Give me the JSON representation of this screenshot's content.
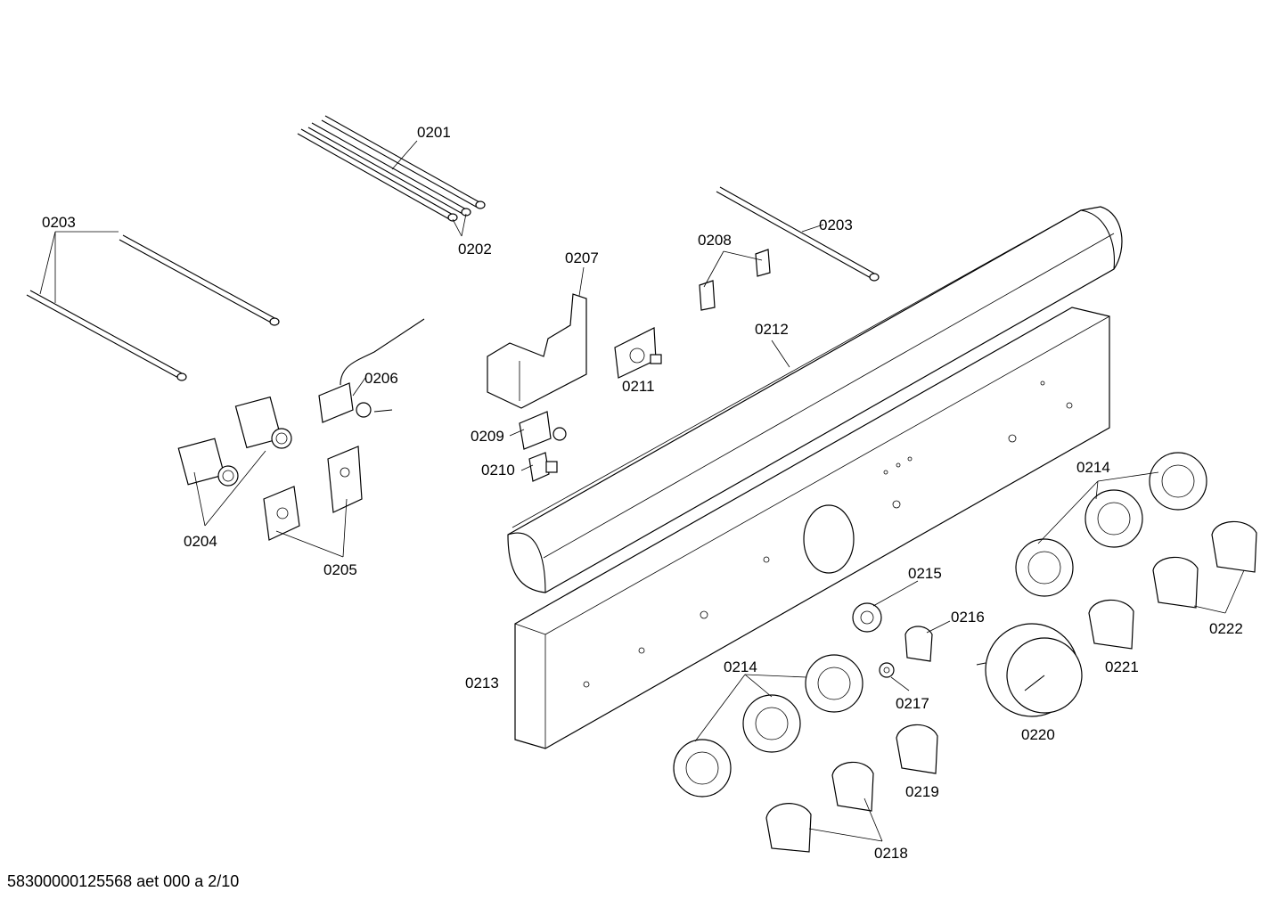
{
  "labels": {
    "l0201": "0201",
    "l0202": "0202",
    "l0203a": "0203",
    "l0203b": "0203",
    "l0204": "0204",
    "l0205": "0205",
    "l0206": "0206",
    "l0207": "0207",
    "l0208": "0208",
    "l0209": "0209",
    "l0210": "0210",
    "l0211": "0211",
    "l0212": "0212",
    "l0213": "0213",
    "l0214a": "0214",
    "l0214b": "0214",
    "l0215": "0215",
    "l0216": "0216",
    "l0217": "0217",
    "l0218": "0218",
    "l0219": "0219",
    "l0220": "0220",
    "l0221": "0221",
    "l0222": "0222"
  },
  "footer": "58300000125568 aet 000 a 2/10"
}
